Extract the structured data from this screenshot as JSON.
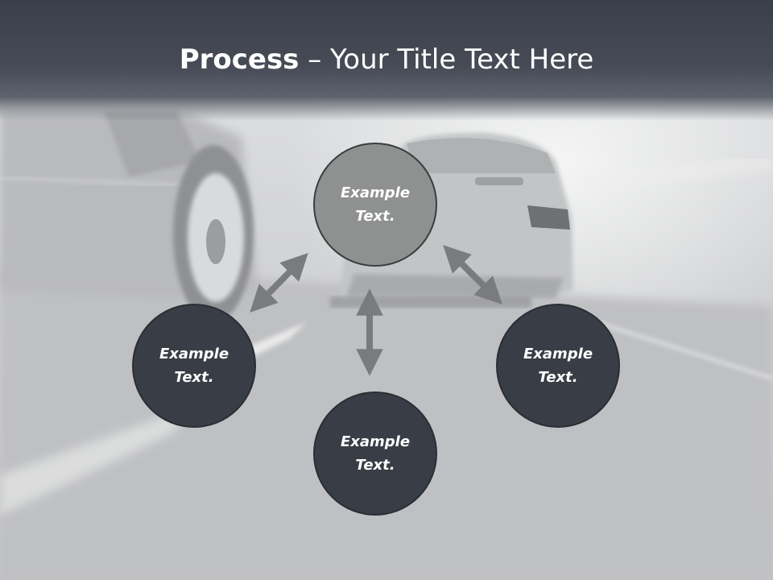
{
  "title": {
    "bold": "Process",
    "rest": " – Your Title Text Here"
  },
  "nodes": {
    "top": "Example\nText.",
    "left": "Example\nText.",
    "right": "Example\nText.",
    "bottom": "Example\nText."
  },
  "colors": {
    "header": "#3f434c",
    "node_dark": "#393d45",
    "node_highlight": "#8f9090",
    "arrow": "#7a7b7d",
    "title_text": "#ffffff"
  },
  "icons": {
    "arrow_top_left": "double-arrow-icon",
    "arrow_top_right": "double-arrow-icon",
    "arrow_center": "double-arrow-icon"
  }
}
